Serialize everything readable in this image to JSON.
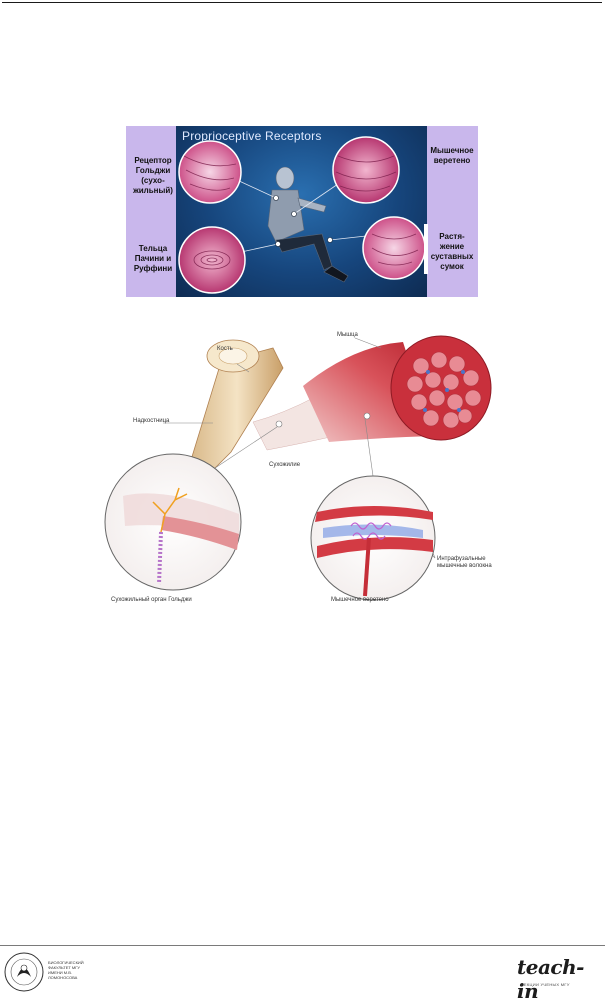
{
  "figure1": {
    "title": "Proprioceptive Receptors",
    "labels": {
      "golgi": "Рецептор Гольджи (сухо- жильный)",
      "pacini": "Тельца Пачини и Руффини",
      "spindle": "Мышечное веретено",
      "stretch": "Растя- жение суставных сумок"
    }
  },
  "figure2": {
    "labels": {
      "bone": "Кость",
      "muscle": "Мышца",
      "periosteum": "Надкостница",
      "tendon": "Сухожилие",
      "intrafusal": "Интрафузальные мышечные волокна",
      "golgi_organ": "Сухожильный орган Гольджи",
      "spindle": "Мышечное веретено"
    }
  },
  "footer": {
    "logo_text": "БИОЛОГИЧЕСКИЙ ФАКУЛЬТЕТ МГУ ИМЕНИ М.В. ЛОМОНОСОВА",
    "brand": "teach-in",
    "tagline": "ЛЕКЦИИ УЧЕНЫХ МГУ"
  }
}
